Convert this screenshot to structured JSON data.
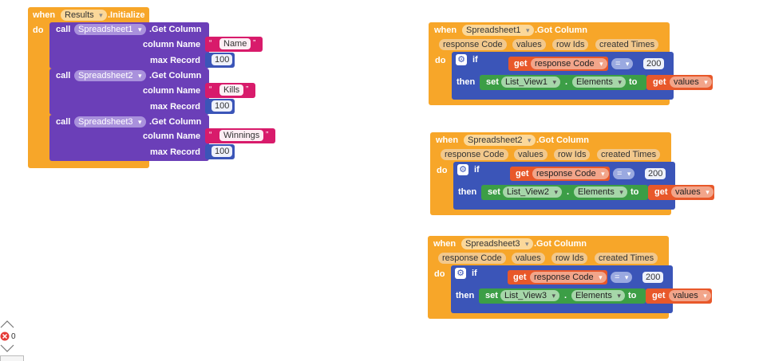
{
  "ui": {
    "when": "when",
    "do": "do",
    "call": "call",
    "set": "set",
    "get": "get",
    "if": "if",
    "then": "then",
    "to": "to",
    "eq": "=",
    "dot": ".",
    "quote_open": "“",
    "quote_close": "”"
  },
  "init_block": {
    "component": "Results",
    "event": ".Initialize",
    "calls": [
      {
        "component": "Spreadsheet1",
        "method": ".Get Column",
        "param1_label": "column Name",
        "column_name": "Name",
        "param2_label": "max Record",
        "max_record": "100"
      },
      {
        "component": "Spreadsheet2",
        "method": ".Get Column",
        "param1_label": "column Name",
        "column_name": "Kills",
        "param2_label": "max Record",
        "max_record": "100"
      },
      {
        "component": "Spreadsheet3",
        "method": ".Get Column",
        "param1_label": "column Name",
        "column_name": "Winnings",
        "param2_label": "max Record",
        "max_record": "100"
      }
    ]
  },
  "got_blocks": [
    {
      "component": "Spreadsheet1",
      "event": ".Got Column",
      "params": [
        "response Code",
        "values",
        "row Ids",
        "created Times"
      ],
      "compare_var": "response Code",
      "compare_value": "200",
      "target": "List_View1",
      "property": "Elements",
      "value_var": "values"
    },
    {
      "component": "Spreadsheet2",
      "event": ".Got Column",
      "params": [
        "response Code",
        "values",
        "row Ids",
        "created Times"
      ],
      "compare_var": "response Code",
      "compare_value": "200",
      "target": "List_View2",
      "property": "Elements",
      "value_var": "values"
    },
    {
      "component": "Spreadsheet3",
      "event": ".Got Column",
      "params": [
        "response Code",
        "values",
        "row Ids",
        "created Times"
      ],
      "compare_var": "response Code",
      "compare_value": "200",
      "target": "List_View3",
      "property": "Elements",
      "value_var": "values"
    }
  ],
  "warnings": {
    "error_count": "0"
  },
  "colors": {
    "event": "#f7a629",
    "procedure": "#6b3fb8",
    "setter": "#3c9e46",
    "getter": "#e8582a",
    "control": "#3b55b8",
    "text": "#d81b6b"
  }
}
